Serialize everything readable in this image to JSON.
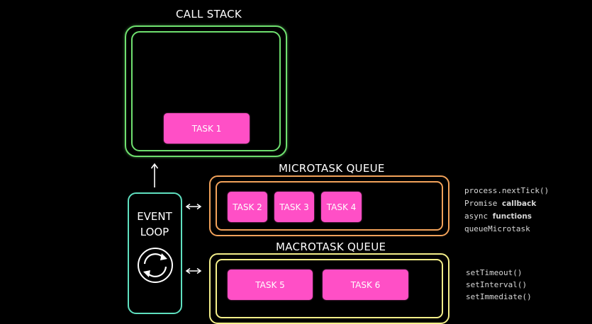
{
  "colors": {
    "background": "#000000",
    "call_stack_border": "#6fe06f",
    "microtask_border": "#f2a25a",
    "macrotask_border": "#f4ef8a",
    "event_loop_border": "#5fe0c0",
    "task_fill": "#ff4fc6"
  },
  "call_stack": {
    "title": "CALL STACK",
    "tasks": [
      "TASK 1"
    ]
  },
  "event_loop": {
    "line1": "EVENT",
    "line2": "LOOP",
    "icon": "refresh-cycle-icon"
  },
  "microtask_queue": {
    "title": "MICROTASK QUEUE",
    "tasks": [
      "TASK 2",
      "TASK 3",
      "TASK 4"
    ],
    "sources": [
      {
        "code": "process.nextTick()",
        "word": ""
      },
      {
        "code": "Promise ",
        "word": "callback"
      },
      {
        "code": "async ",
        "word": "functions"
      },
      {
        "code": "queueMicrotask",
        "word": ""
      }
    ]
  },
  "macrotask_queue": {
    "title": "MACROTASK QUEUE",
    "tasks": [
      "TASK 5",
      "TASK 6"
    ],
    "sources": [
      {
        "code": "setTimeout()",
        "word": ""
      },
      {
        "code": "setInterval()",
        "word": ""
      },
      {
        "code": "setImmediate()",
        "word": ""
      }
    ]
  }
}
